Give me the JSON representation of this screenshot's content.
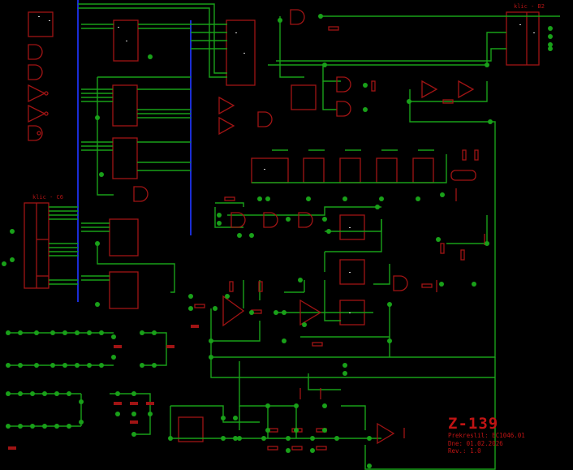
{
  "window": {
    "type": "schematic-viewer"
  },
  "title_block": {
    "title": "Z-139",
    "redrawn_by": "Prekreslil: EC1046.01",
    "date": "Dne: 01.02.2026",
    "revision": "Rev.: 1.0"
  },
  "connectors": [
    {
      "id": "klic-c6",
      "label": "klic - C6"
    },
    {
      "id": "klic-b2",
      "label": "klic - B2"
    }
  ],
  "colors": {
    "background": "#000000",
    "wire": "#19a019",
    "bus": "#1a2dd6",
    "component": "#a01414",
    "text": "#c01414"
  }
}
